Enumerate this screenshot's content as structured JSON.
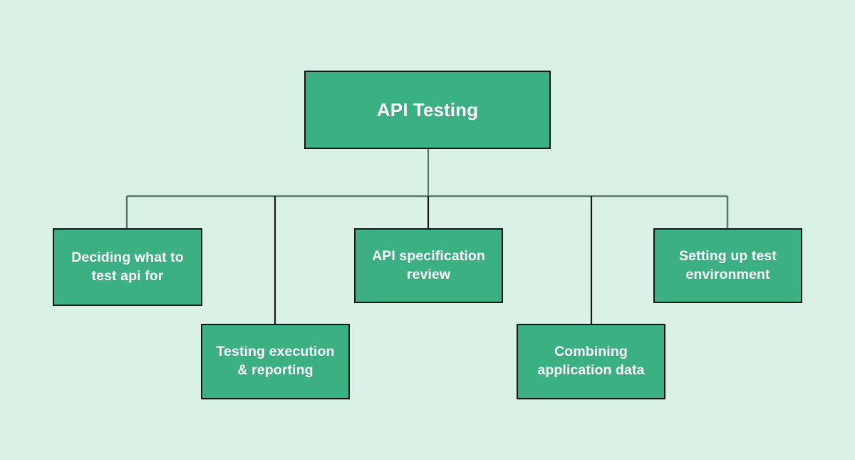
{
  "diagram": {
    "type": "tree-hierarchy",
    "background_color": "#daf2e5",
    "node_fill_color": "#3bb183",
    "node_border_color": "#141414",
    "node_text_color": "#ffffff",
    "connector_color": "#5a7a6a",
    "root": {
      "id": "api-testing",
      "label": "API Testing"
    },
    "children": [
      {
        "id": "deciding-what-to-test-api-for",
        "label": "Deciding what to\ntest api for"
      },
      {
        "id": "testing-execution-and-reporting",
        "label": "Testing execution\n& reporting"
      },
      {
        "id": "api-specification-review",
        "label": "API specification\nreview"
      },
      {
        "id": "combining-application-data",
        "label": "Combining\napplication data"
      },
      {
        "id": "setting-up-test-environment",
        "label": "Setting up test\nenvironment"
      }
    ]
  }
}
